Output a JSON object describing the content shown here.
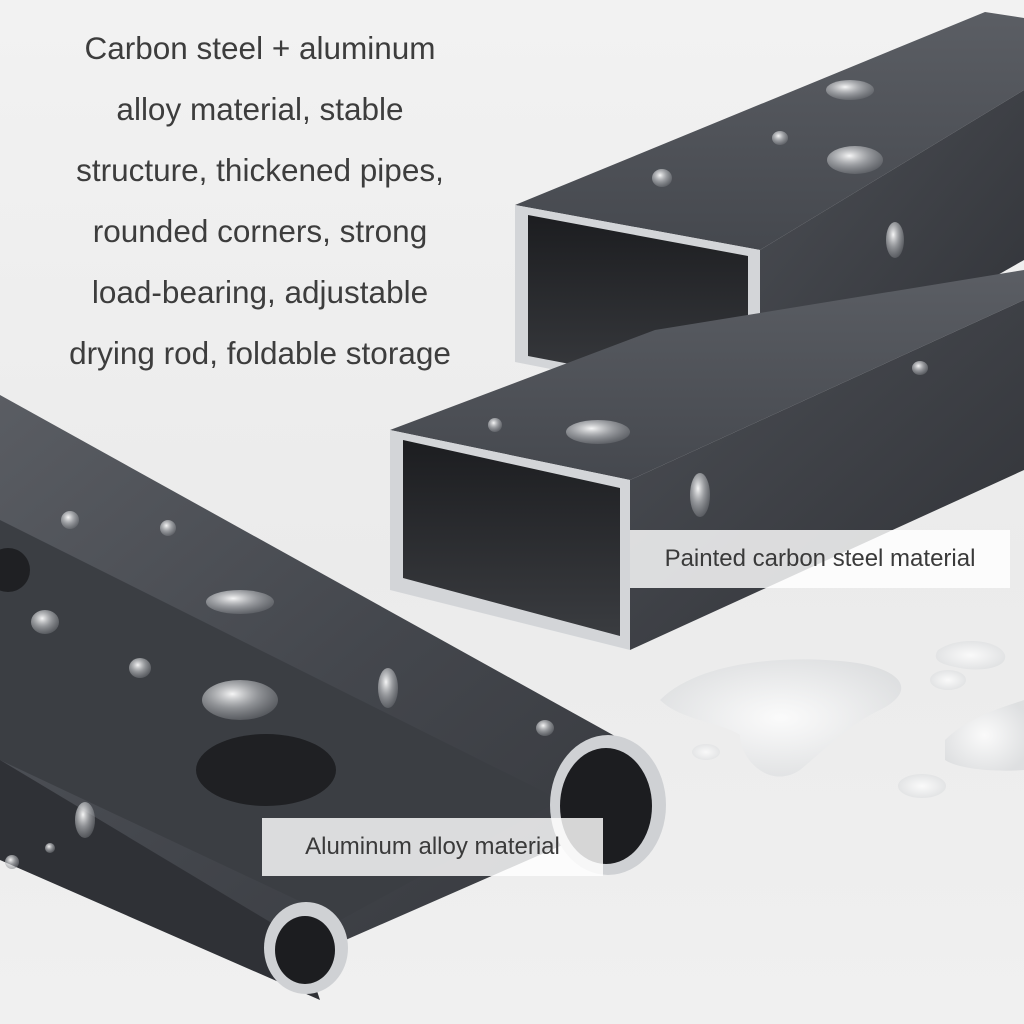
{
  "headline": {
    "lines": [
      "Carbon steel + aluminum",
      "alloy material, stable",
      "structure, thickened pipes,",
      "rounded corners, strong",
      "load-bearing, adjustable",
      "drying rod, foldable storage"
    ]
  },
  "labels": {
    "steel": "Painted carbon steel material",
    "aluminum": "Aluminum alloy material"
  },
  "colors": {
    "background": "#ededed",
    "pipe_dark": "#3f4147",
    "pipe_mid": "#55585e",
    "pipe_edge": "#cfd1d4",
    "text": "#3d3d3d"
  }
}
